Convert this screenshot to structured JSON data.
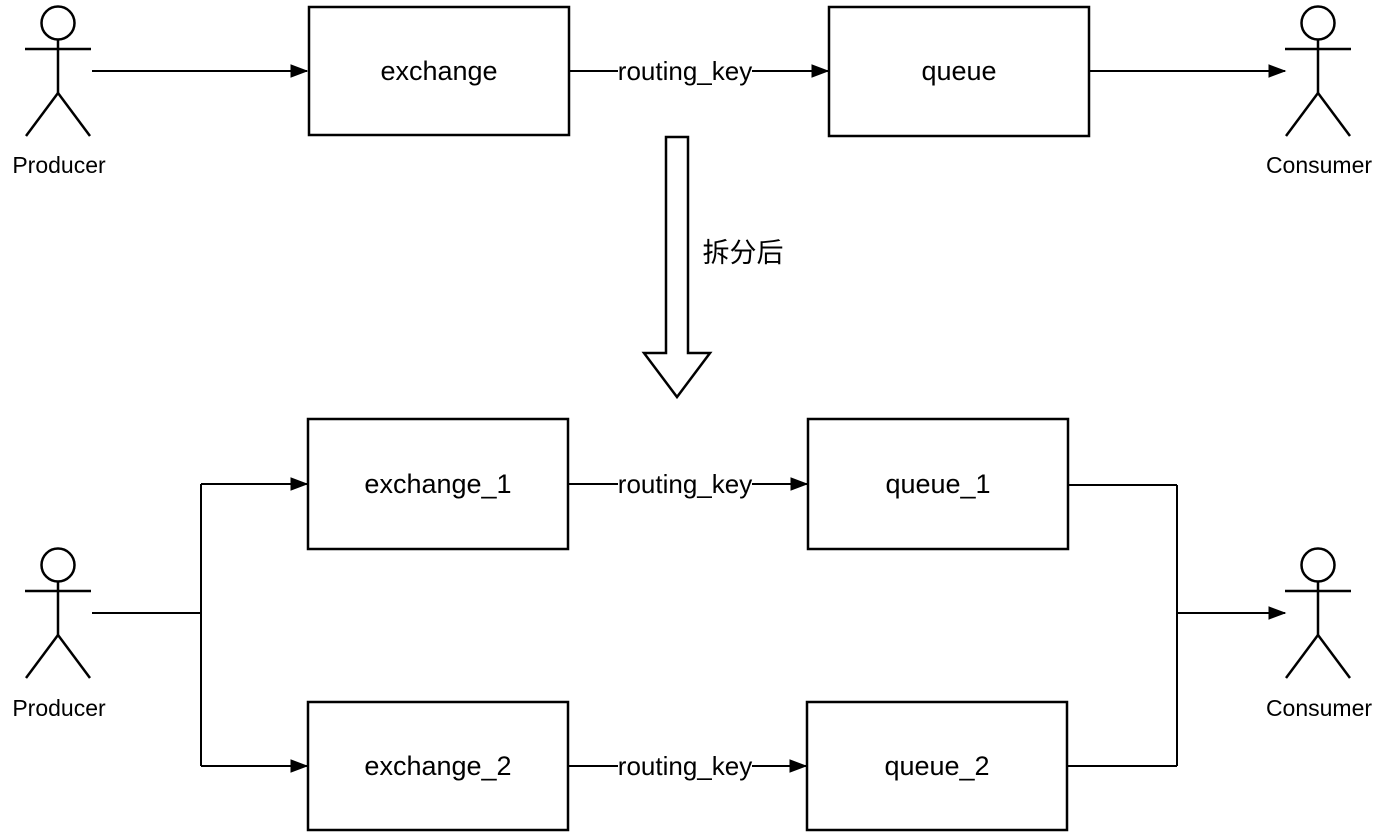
{
  "diagram": {
    "colors": {
      "stroke": "#000000",
      "fill": "#ffffff"
    },
    "before": {
      "producer_label": "Producer",
      "consumer_label": "Consumer",
      "exchange_label": "exchange",
      "queue_label": "queue",
      "routing_key_label": "routing_key"
    },
    "transition": {
      "split_label": "拆分后"
    },
    "after": {
      "producer_label": "Producer",
      "consumer_label": "Consumer",
      "exchange1_label": "exchange_1",
      "exchange2_label": "exchange_2",
      "queue1_label": "queue_1",
      "queue2_label": "queue_2",
      "routing_key1_label": "routing_key",
      "routing_key2_label": "routing_key"
    }
  }
}
